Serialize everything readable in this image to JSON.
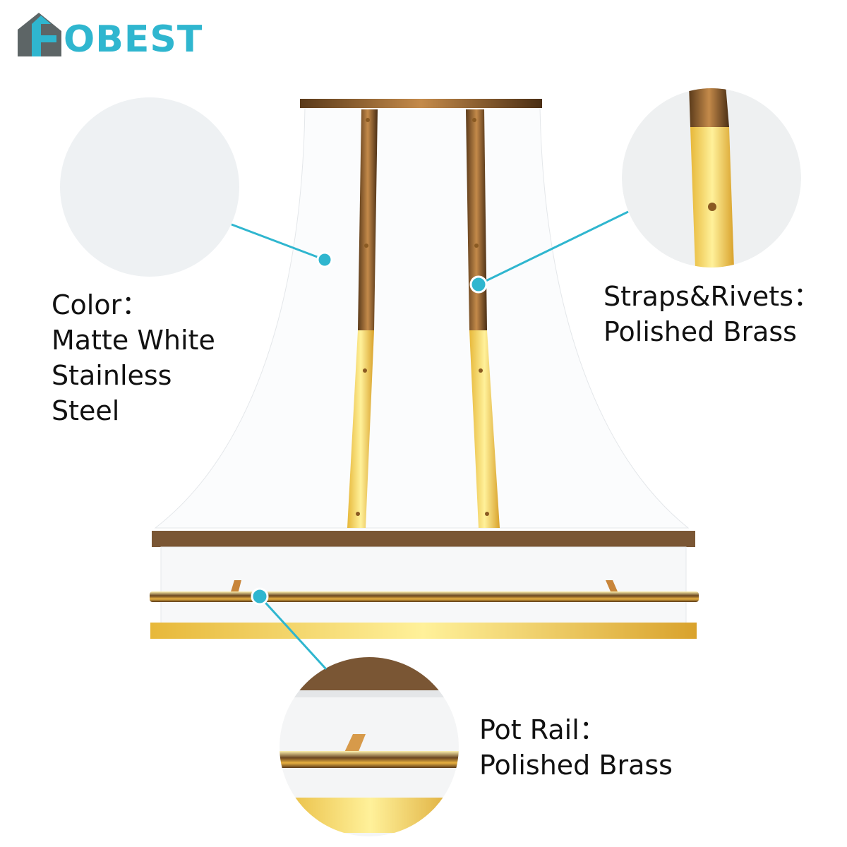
{
  "brand": {
    "logo_text": "OBEST",
    "logo_full": "FOBEST",
    "accent_color": "#2fb6cf",
    "roof_color": "#5d6566"
  },
  "features": [
    {
      "lines": [
        "Color：",
        "Matte White",
        "Stainless",
        "Steel"
      ]
    },
    {
      "lines": [
        "Straps&Rivets：",
        "Polished Brass"
      ]
    },
    {
      "lines": [
        "Pot Rail：",
        "Polished Brass"
      ]
    }
  ],
  "colors": {
    "hood": "#fdfefe",
    "brass": "#f3cf4a",
    "bronze": "#7a5634",
    "callout": "#2fb6cf"
  }
}
